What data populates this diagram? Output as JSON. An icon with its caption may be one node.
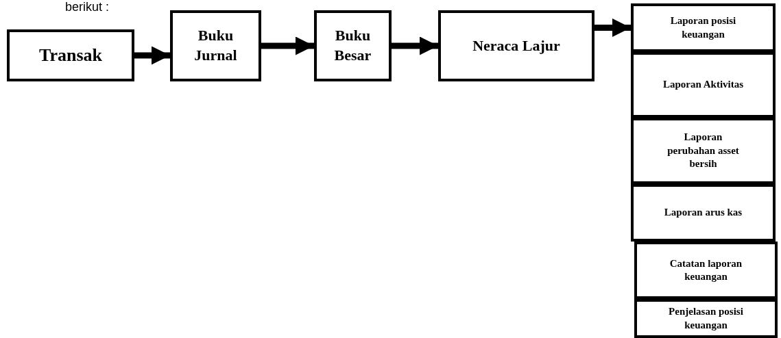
{
  "diagram": {
    "nodes": [
      {
        "text": [
          "Transak"
        ]
      },
      {
        "text": [
          "Buku Jurnal"
        ]
      },
      {
        "text": [
          "Buku Besar"
        ]
      },
      {
        "text": [
          "Neraca Lajur"
        ]
      },
      {
        "text": [
          "Laporan posisi keuangan"
        ]
      },
      {
        "text": [
          "Laporan Aktivitas"
        ]
      },
      {
        "text": [
          "Laporan perubahan asset bersih"
        ]
      },
      {
        "text": [
          "Laporan arus kas"
        ]
      },
      {
        "text": [
          "Catatan laporan keuangan"
        ]
      },
      {
        "text": [
          "Penjelasan posisi keuangan"
        ]
      }
    ],
    "edges": [
      {
        "from": 0,
        "to": 1,
        "arrow": "to"
      },
      {
        "from": 1,
        "to": 2,
        "arrow": "to"
      },
      {
        "from": 2,
        "to": 3,
        "arrow": "to"
      },
      {
        "from": 3,
        "to": 4,
        "arrow": "to"
      }
    ],
    "labels": [
      "berikut :"
    ]
  }
}
